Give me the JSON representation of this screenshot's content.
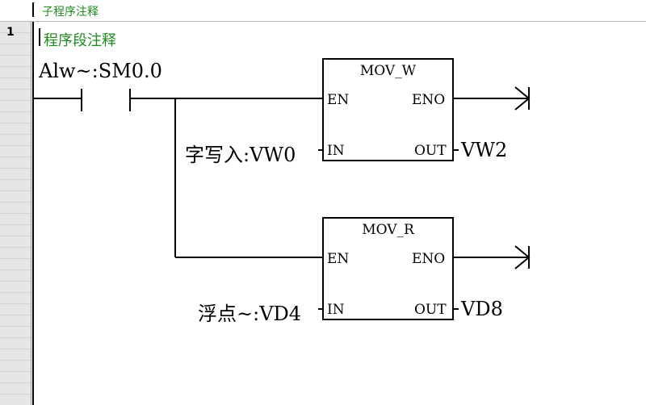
{
  "header": {
    "title": "子程序注释"
  },
  "network": {
    "number": "1",
    "comment": "程序段注释",
    "contact": {
      "label": "Alw~:SM0.0"
    },
    "blocks": [
      {
        "name": "MOV_W",
        "en": "EN",
        "eno": "ENO",
        "in_pin": "IN",
        "out_pin": "OUT",
        "in_operand": "字写入:VW0",
        "out_operand": "VW2"
      },
      {
        "name": "MOV_R",
        "en": "EN",
        "eno": "ENO",
        "in_pin": "IN",
        "out_pin": "OUT",
        "in_operand": "浮点~:VD4",
        "out_operand": "VD8"
      }
    ]
  },
  "colors": {
    "comment": "#1e8a1e",
    "line": "#000000",
    "gutter": "#e6e6e6"
  }
}
